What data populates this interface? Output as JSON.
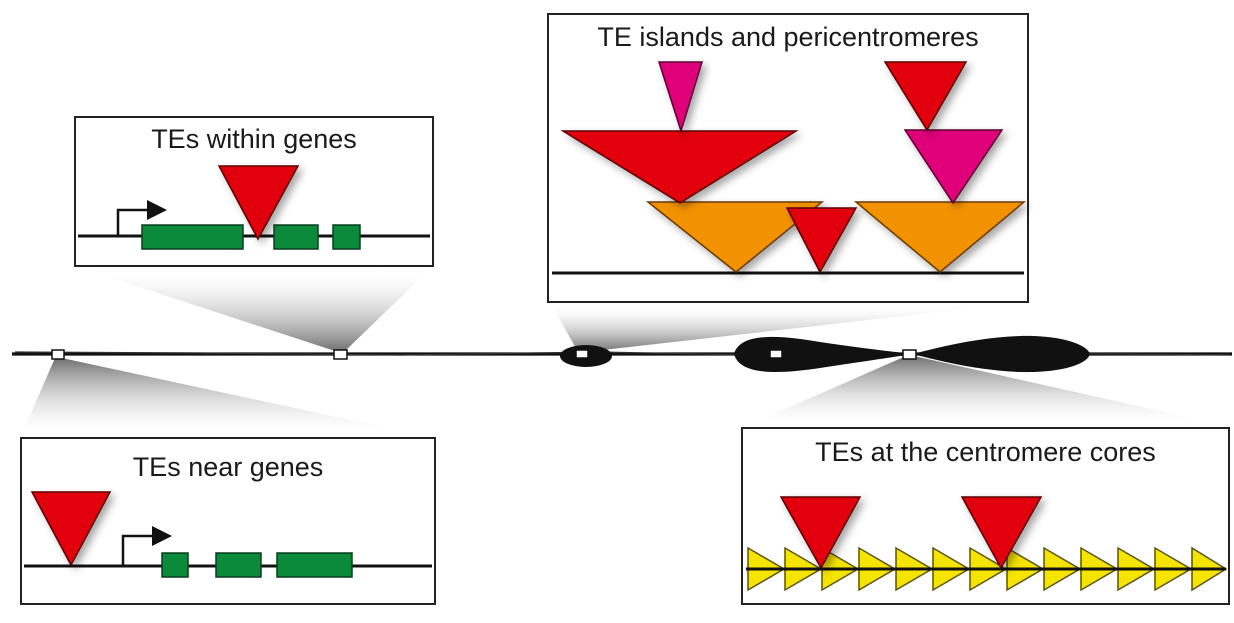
{
  "figure": {
    "panels": [
      {
        "key": "within",
        "label": "TEs within genes"
      },
      {
        "key": "islands",
        "label": "TE islands and pericentromeres"
      },
      {
        "key": "near",
        "label": "TEs near genes"
      },
      {
        "key": "centromere",
        "label": "TEs at the centromere cores"
      }
    ]
  },
  "colors": {
    "te_red": "#e3000f",
    "te_magenta": "#e0007a",
    "te_orange": "#f39200",
    "te_yellow": "#f5e400",
    "exon_green": "#0a8a3a",
    "chromosome": "#111111",
    "zoom_gray_dark": "#7a7a7a",
    "panel_border": "#222222"
  }
}
